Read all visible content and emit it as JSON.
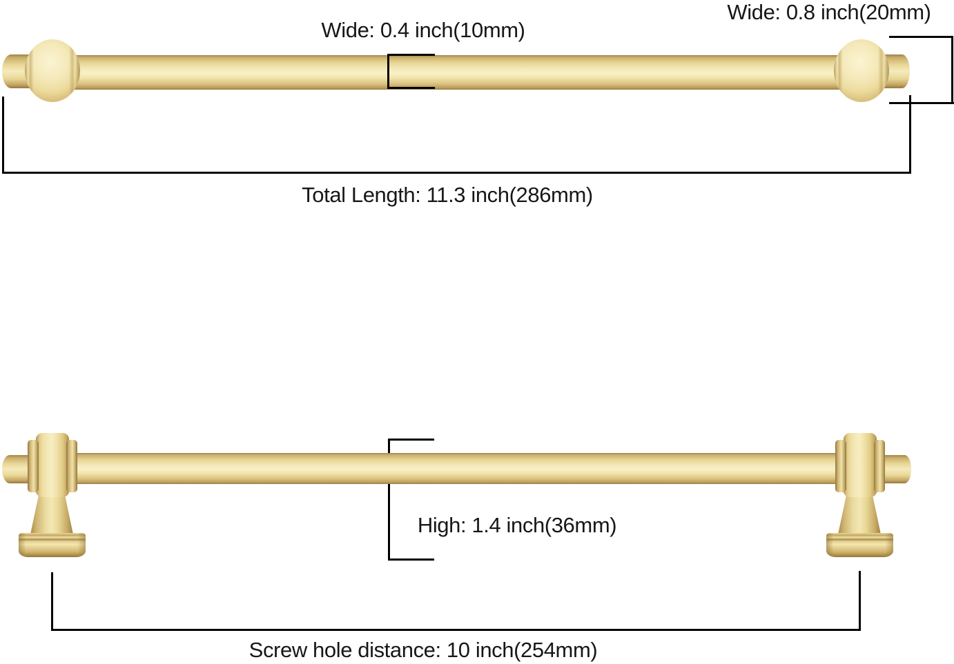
{
  "diagram": {
    "background": "#ffffff",
    "line_color": "#000000",
    "text_color": "#171717",
    "handle": {
      "name": "brushed-gold-cabinet-pull-bar",
      "color_highlight": "#f9f0c8",
      "color_mid": "#eedfa4",
      "color_shadow": "#a0854a"
    },
    "labels": {
      "bar_width": "Wide: 0.4 inch(10mm)",
      "cap_width": "Wide: 0.8 inch(20mm)",
      "total_length": "Total Length: 11.3 inch(286mm)",
      "height": "High: 1.4 inch(36mm)",
      "screw_hole_distance": "Screw hole distance: 10 inch(254mm)"
    }
  }
}
